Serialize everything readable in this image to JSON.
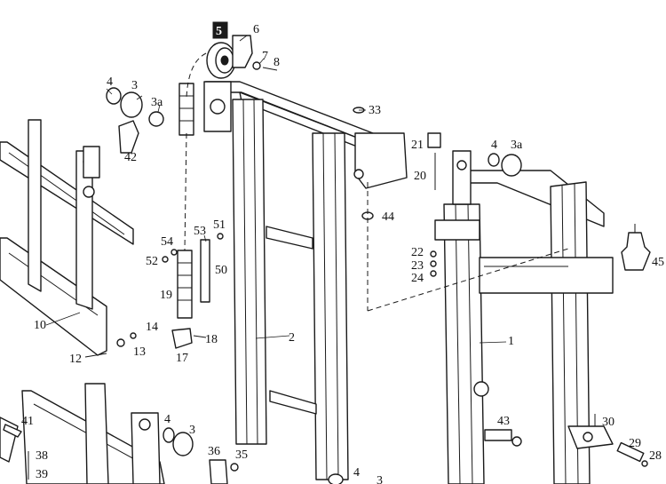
{
  "highlighted_part": "5",
  "callouts": [
    "1",
    "2",
    "3",
    "3a",
    "4",
    "6",
    "7",
    "8",
    "10",
    "12",
    "13",
    "14",
    "17",
    "18",
    "19",
    "20",
    "21",
    "22",
    "23",
    "24",
    "28",
    "29",
    "30",
    "33",
    "35",
    "36",
    "38",
    "39",
    "41",
    "42",
    "43",
    "44",
    "45",
    "50",
    "51",
    "52",
    "53",
    "54"
  ],
  "colors": {
    "line": "#1a1a1a",
    "background": "#ffffff",
    "highlight_box": "#1a1a1a",
    "highlight_text": "#ffffff"
  }
}
